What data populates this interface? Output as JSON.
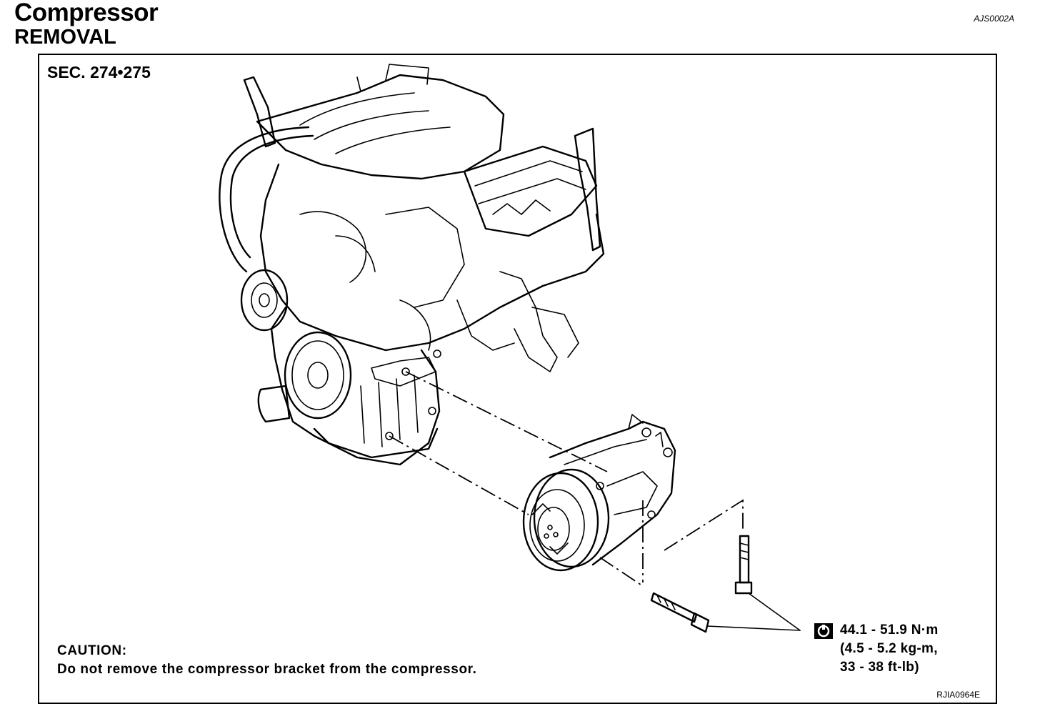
{
  "header": {
    "title": "Compressor",
    "subtitle": "REMOVAL",
    "doc_id": "AJS0002A"
  },
  "figure": {
    "section": "SEC. 274•275",
    "caution_title": "CAUTION:",
    "caution_text": "Do not remove the compressor bracket from the compressor.",
    "torque_icon": "torque-wrench-icon",
    "torque_line1": "44.1 - 51.9 N·m",
    "torque_line2": "(4.5 - 5.2 kg-m,",
    "torque_line3": "33 - 38 ft-lb)",
    "figure_id": "RJIA0964E"
  }
}
